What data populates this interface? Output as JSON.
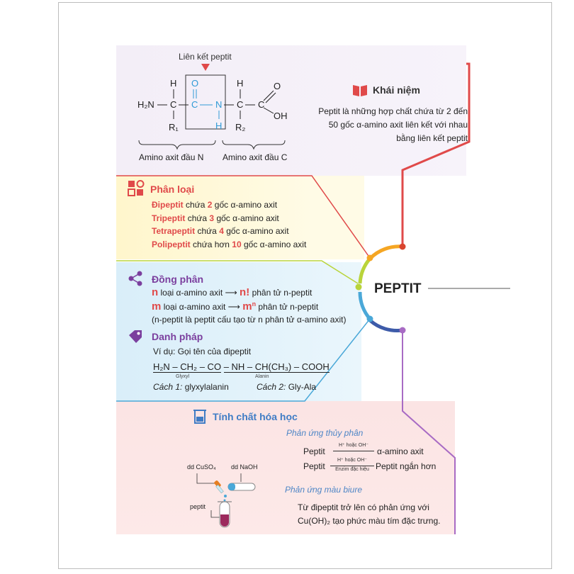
{
  "center": {
    "title": "PEPTIT"
  },
  "structure": {
    "bond_label": "Liên kết peptit",
    "h2n": "H₂N",
    "c": "C",
    "o": "O",
    "n": "N",
    "h": "H",
    "r1": "R₁",
    "r2": "R₂",
    "oh": "OH",
    "n_terminal": "Amino axit đầu N",
    "c_terminal": "Amino axit đầu C"
  },
  "concept": {
    "title": "Khái niệm",
    "lines": [
      "Peptit là những hợp chất chứa từ 2 đến",
      "50 gốc α-amino axit liên kết với nhau",
      "bằng liên kết peptit"
    ]
  },
  "classification": {
    "title": "Phân loại",
    "items": [
      {
        "name": "Đipeptit",
        "pre": "chứa",
        "num": "2",
        "post": "gốc α-amino axit"
      },
      {
        "name": "Tripeptit",
        "pre": "chứa",
        "num": "3",
        "post": "gốc α-amino axit"
      },
      {
        "name": "Tetrapeptit",
        "pre": "chứa",
        "num": "4",
        "post": "gốc α-amino axit"
      },
      {
        "name": "Polipeptit",
        "pre": "chứa hơn",
        "num": "10",
        "post": "gốc α-amino axit"
      }
    ]
  },
  "isomer": {
    "title": "Đồng phân",
    "row1": {
      "var": "n",
      "text": "loại α-amino axit",
      "result": "n!",
      "result_text": "phân tử n-peptit"
    },
    "row2": {
      "var": "m",
      "text": "loại α-amino axit",
      "result": "m",
      "result_sup": "n",
      "result_text": "phân tử n-peptit"
    },
    "note": "(n-peptit là peptit cấu tạo từ n phân tử α-amino axit)"
  },
  "naming": {
    "title": "Danh pháp",
    "example": "Ví dụ: Gọi tên của đipeptit",
    "formula_left": "H₂N – CH₂ – CO",
    "formula_right": "– NH – CH(CH₃) – COOH",
    "under_left": "Glyxyl",
    "under_right": "Alanin",
    "way1_label": "Cách 1:",
    "way1": "glyxylalanin",
    "way2_label": "Cách 2:",
    "way2": "Gly-Ala"
  },
  "chemical": {
    "title": "Tính chất hóa học",
    "hydrolysis_title": "Phản ứng thủy phân",
    "r1_left": "Peptit",
    "r1_cond": "H⁺ hoặc OH⁻",
    "r1_right": "α-amino axit",
    "r2_left": "Peptit",
    "r2_cond_top": "H⁺ hoặc OH⁻",
    "r2_cond_bottom": "Enzim đặc hiệu",
    "r2_right": "Peptit ngắn hơn",
    "biuret_title": "Phản ứng màu biure",
    "biuret_line1": "Từ đipeptit trở lên có phản ứng với",
    "biuret_line2": "Cu(OH)₂ tạo phức màu tím đặc trưng.",
    "label_cuso4": "dd CuSO₄",
    "label_naoh": "dd NaOH",
    "label_peptit": "peptit"
  },
  "colors": {
    "red": "#e04a4a",
    "orange": "#f5a623",
    "yellow_green": "#b9d43a",
    "blue": "#4aa8d8",
    "navy": "#3d5ba9",
    "purple": "#9b59b6"
  }
}
